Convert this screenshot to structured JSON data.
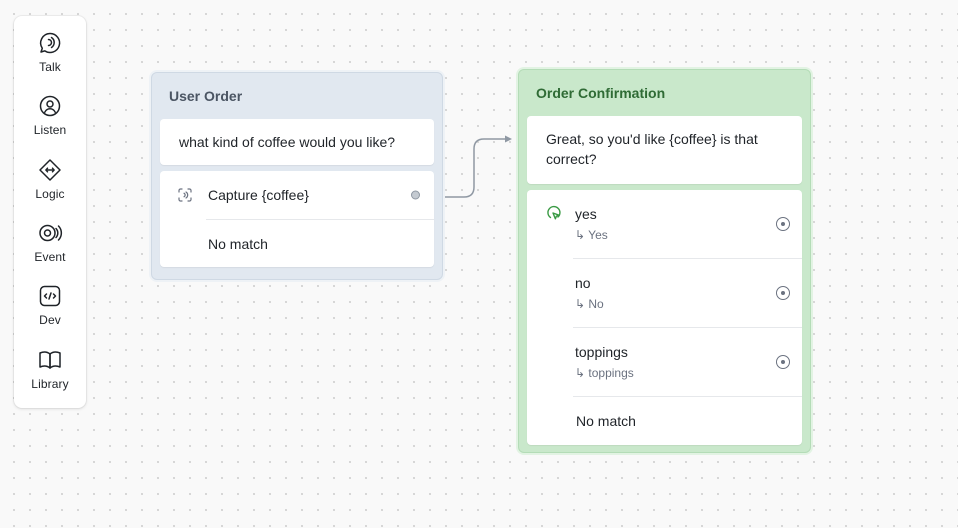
{
  "sidebar": {
    "items": [
      {
        "label": "Talk",
        "icon": "talk-icon"
      },
      {
        "label": "Listen",
        "icon": "listen-icon"
      },
      {
        "label": "Logic",
        "icon": "logic-icon"
      },
      {
        "label": "Event",
        "icon": "event-icon"
      },
      {
        "label": "Dev",
        "icon": "dev-icon"
      },
      {
        "label": "Library",
        "icon": "library-icon"
      }
    ]
  },
  "user_order": {
    "title": "User Order",
    "prompt": "what kind of coffee would you like?",
    "capture_label": "Capture {coffee}",
    "no_match": "No match"
  },
  "order_confirmation": {
    "title": "Order Confirmation",
    "prompt": "Great, so you'd like {coffee} is that correct?",
    "choices": [
      {
        "name": "yes",
        "path": "↳ Yes"
      },
      {
        "name": "no",
        "path": "↳ No"
      },
      {
        "name": "toppings",
        "path": "↳ toppings"
      }
    ],
    "no_match": "No match"
  },
  "colors": {
    "user_block_bg": "#e1e8f0",
    "confirm_block_bg": "#c9e8cb",
    "confirm_title": "#2f6b35",
    "choice_icon": "#3a9a44"
  }
}
